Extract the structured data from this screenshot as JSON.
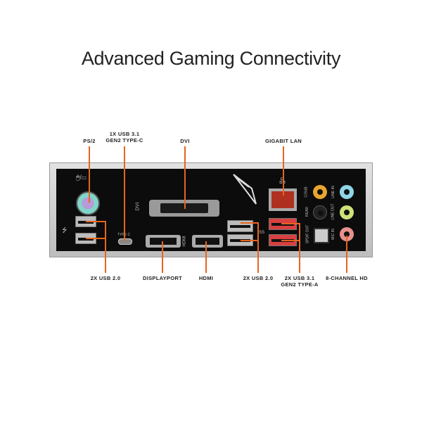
{
  "title": "Advanced Gaming Connectivity",
  "labels": {
    "ps2": "PS/2",
    "typec_1": "1X USB 3.1",
    "typec_2": "GEN2 TYPE-C",
    "dvi": "DVI",
    "lan": "GIGABIT LAN",
    "usb2_left": "2X USB 2.0",
    "displayport": "DISPLAYPORT",
    "hdmi": "HDMI",
    "usb2_mid": "2X USB 2.0",
    "usb31_1": "2X USB 3.1",
    "usb31_2": "GEN2 TYPE-A",
    "audio": "8-CHANNEL HD"
  },
  "panel_text": {
    "dvi": "DVI",
    "hdmi": "HDMI",
    "typec": "TYPE C",
    "csub": "C/SUB",
    "rear": "REAR",
    "spdif": "SPDIF OUT",
    "line_in": "LINE IN",
    "line_out": "LINE OUT",
    "mic_in": "MIC IN",
    "ss": "SS"
  },
  "colors": {
    "callout": "#e8641e"
  }
}
